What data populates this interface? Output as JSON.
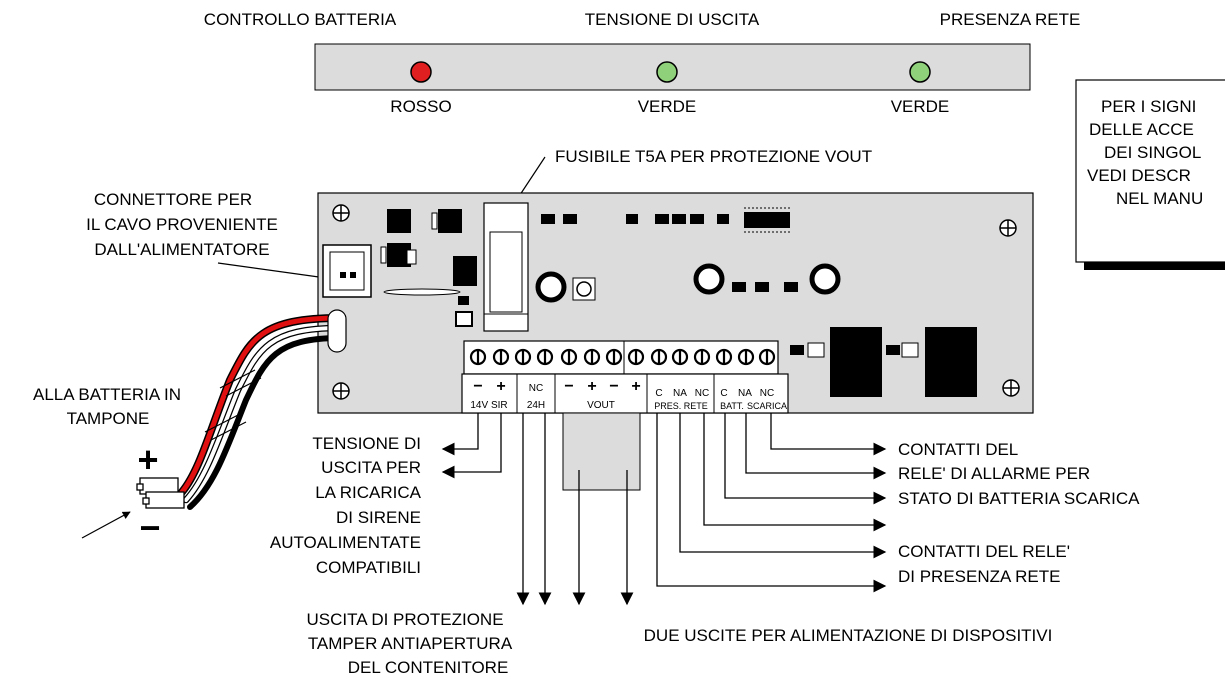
{
  "top_labels": {
    "battery_check": "CONTROLLO BATTERIA",
    "output_voltage": "TENSIONE DI USCITA",
    "mains_present": "PRESENZA RETE"
  },
  "leds": [
    {
      "color_name": "ROSSO",
      "color": "#e02020"
    },
    {
      "color_name": "VERDE",
      "color": "#8fd07a"
    },
    {
      "color_name": "VERDE",
      "color": "#8fd07a"
    }
  ],
  "note_box": [
    "PER I SIGNI",
    "DELLE ACCE",
    "DEI SINGOL",
    "VEDI DESCR",
    "NEL MANU"
  ],
  "fuse_label": "FUSIBILE T5A PER PROTEZIONE VOUT",
  "connector_label": [
    "CONNETTORE PER",
    "IL CAVO PROVENIENTE",
    "DALL'ALIMENTATORE"
  ],
  "battery_label": [
    "ALLA BATTERIA IN",
    "TAMPONE"
  ],
  "polarity": {
    "plus": "+",
    "minus": "−"
  },
  "terminals": {
    "siren": {
      "minus": "−",
      "plus": "+",
      "label": "14V SIR"
    },
    "tamper": {
      "nc": "NC",
      "label": "24H"
    },
    "vout": {
      "signs": [
        "−",
        "+",
        "−",
        "+"
      ],
      "label": "VOUT"
    },
    "mains": {
      "c": "C",
      "na": "NA",
      "nc": "NC",
      "label": "PRES. RETE"
    },
    "battery": {
      "c": "C",
      "na": "NA",
      "nc": "NC",
      "label_batt": "BATT.",
      "label_scarica": "SCARICA"
    }
  },
  "left_desc": [
    "TENSIONE DI",
    "USCITA PER",
    "LA RICARICA",
    "DI SIRENE",
    "AUTOALIMENTATE",
    "COMPATIBILI"
  ],
  "bottom_left": [
    "USCITA DI PROTEZIONE",
    "TAMPER ANTIAPERTURA",
    "DEL CONTENITORE"
  ],
  "bottom_center": "DUE USCITE PER ALIMENTAZIONE DI DISPOSITIVI",
  "right_relay_batt": [
    "CONTATTI DEL",
    "RELE' DI ALLARME PER",
    "STATO DI BATTERIA SCARICA"
  ],
  "right_relay_mains": [
    "CONTATTI DEL RELE'",
    "DI PRESENZA RETE"
  ]
}
